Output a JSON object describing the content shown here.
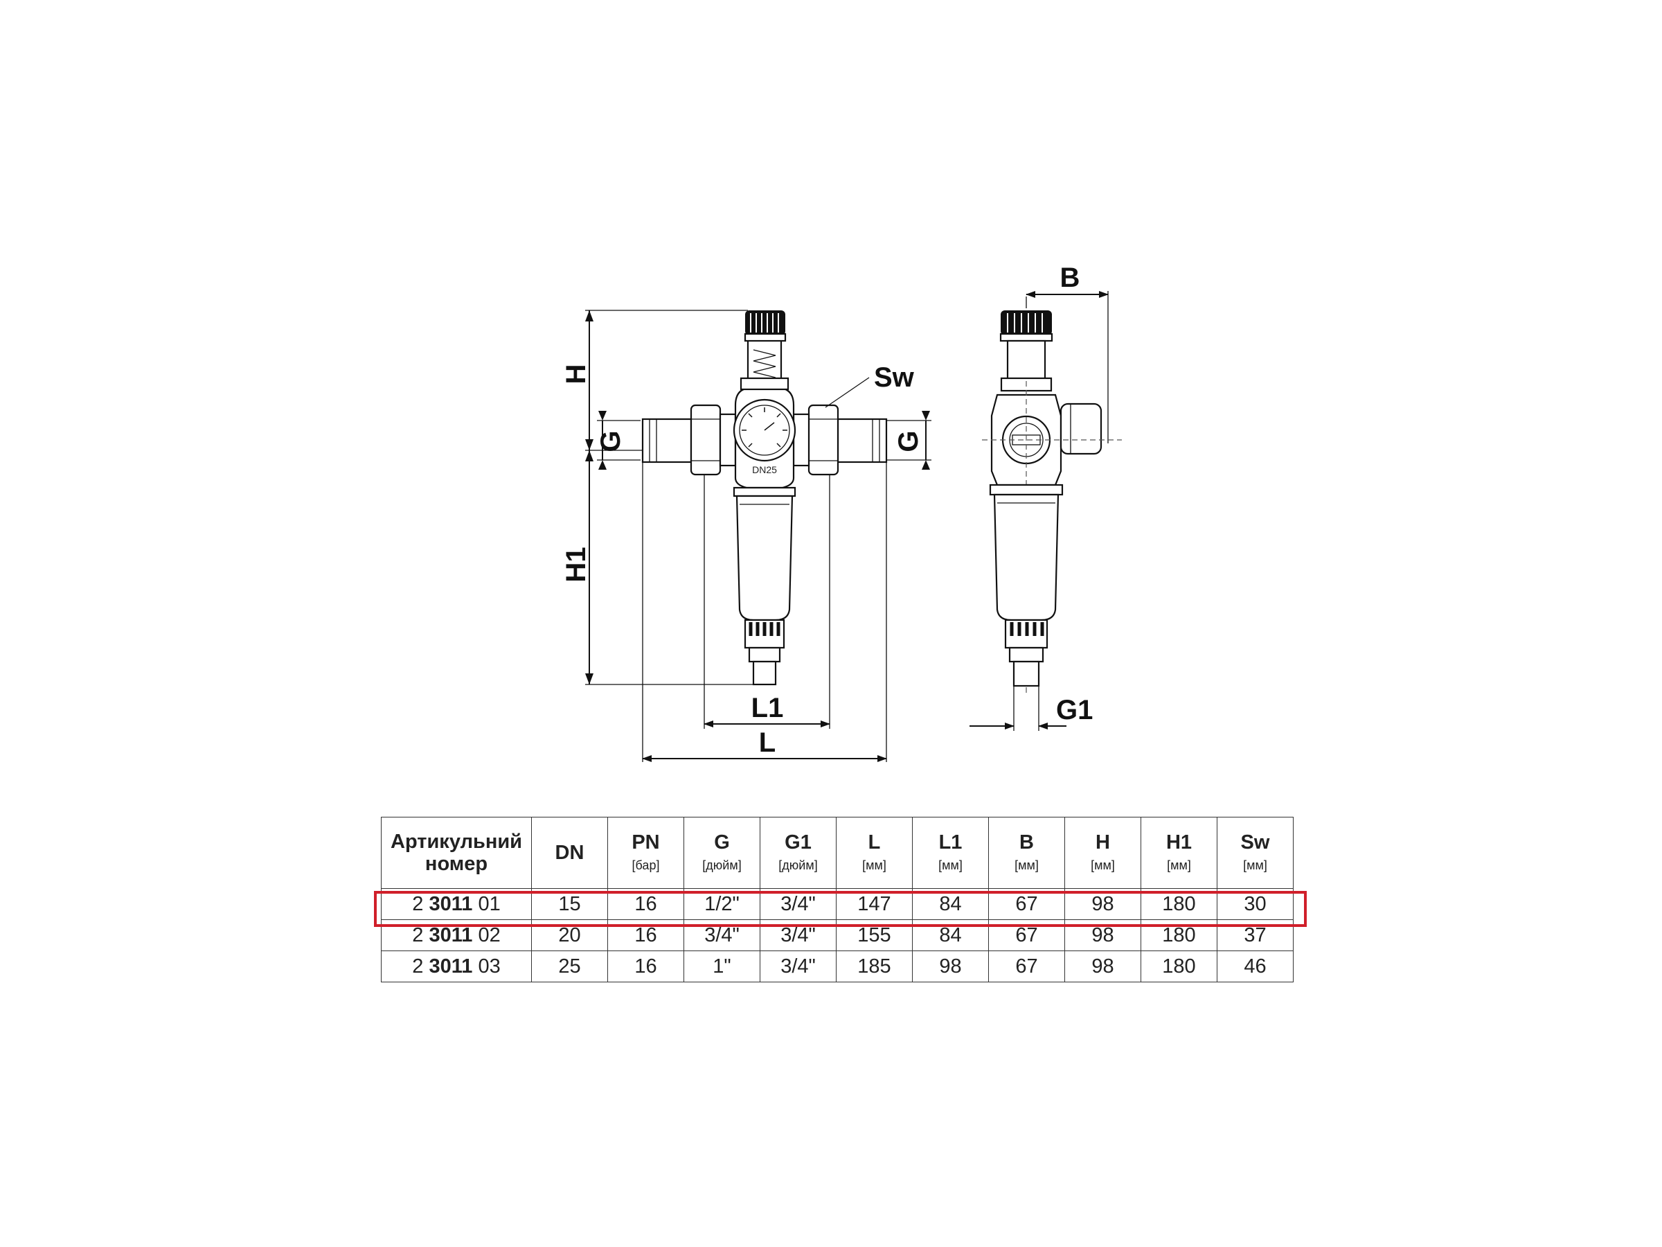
{
  "diagram": {
    "labels": {
      "H": "H",
      "G_left": "G",
      "G_right": "G",
      "H1": "H1",
      "Sw": "Sw",
      "L1": "L1",
      "L": "L",
      "B": "B",
      "G1": "G1",
      "body_marking": "DN25"
    }
  },
  "table": {
    "headers": [
      {
        "name": "Артикульний номер",
        "unit": ""
      },
      {
        "name": "DN",
        "unit": ""
      },
      {
        "name": "PN",
        "unit": "[бар]"
      },
      {
        "name": "G",
        "unit": "[дюйм]"
      },
      {
        "name": "G1",
        "unit": "[дюйм]"
      },
      {
        "name": "L",
        "unit": "[мм]"
      },
      {
        "name": "L1",
        "unit": "[мм]"
      },
      {
        "name": "B",
        "unit": "[мм]"
      },
      {
        "name": "H",
        "unit": "[мм]"
      },
      {
        "name": "H1",
        "unit": "[мм]"
      },
      {
        "name": "Sw",
        "unit": "[мм]"
      }
    ],
    "rows": [
      {
        "art_prefix": "2",
        "art_main": "3011",
        "art_suffix": "01",
        "cells": [
          "15",
          "16",
          "1/2\"",
          "3/4\"",
          "147",
          "84",
          "67",
          "98",
          "180",
          "30"
        ]
      },
      {
        "art_prefix": "2",
        "art_main": "3011",
        "art_suffix": "02",
        "cells": [
          "20",
          "16",
          "3/4\"",
          "3/4\"",
          "155",
          "84",
          "67",
          "98",
          "180",
          "37"
        ]
      },
      {
        "art_prefix": "2",
        "art_main": "3011",
        "art_suffix": "03",
        "cells": [
          "25",
          "16",
          "1\"",
          "3/4\"",
          "185",
          "98",
          "67",
          "98",
          "180",
          "46"
        ]
      }
    ],
    "highlight_row": 0,
    "highlight_color": "#d01f2a"
  }
}
